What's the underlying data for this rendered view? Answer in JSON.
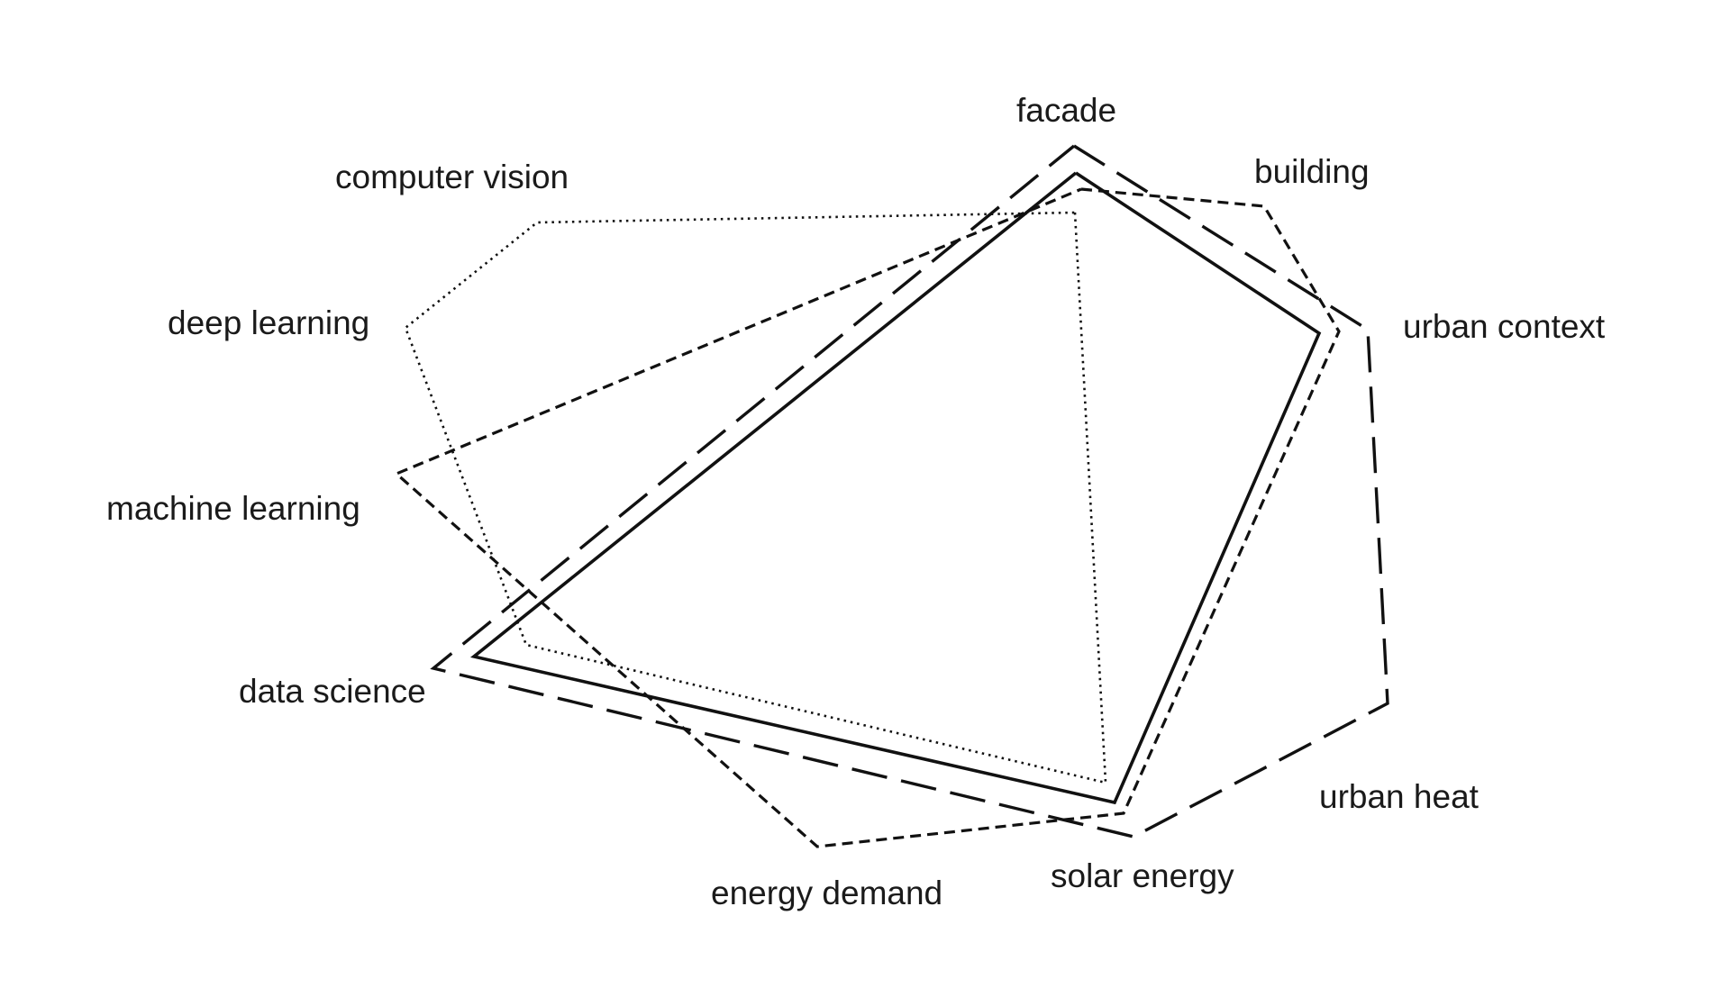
{
  "axes": [
    {
      "key": "facade",
      "label": "facade"
    },
    {
      "key": "building",
      "label": "building"
    },
    {
      "key": "urban_context",
      "label": "urban context"
    },
    {
      "key": "urban_heat",
      "label": "urban heat"
    },
    {
      "key": "solar_energy",
      "label": "solar energy"
    },
    {
      "key": "energy_demand",
      "label": "energy demand"
    },
    {
      "key": "data_science",
      "label": "data science"
    },
    {
      "key": "machine_learning",
      "label": "machine learning"
    },
    {
      "key": "deep_learning",
      "label": "deep learning"
    },
    {
      "key": "computer_vision",
      "label": "computer vision"
    }
  ],
  "series": [
    {
      "style": "solid",
      "color": "#111111"
    },
    {
      "style": "long-dash",
      "color": "#111111"
    },
    {
      "style": "short-dash",
      "color": "#111111"
    },
    {
      "style": "dotted",
      "color": "#111111"
    }
  ]
}
